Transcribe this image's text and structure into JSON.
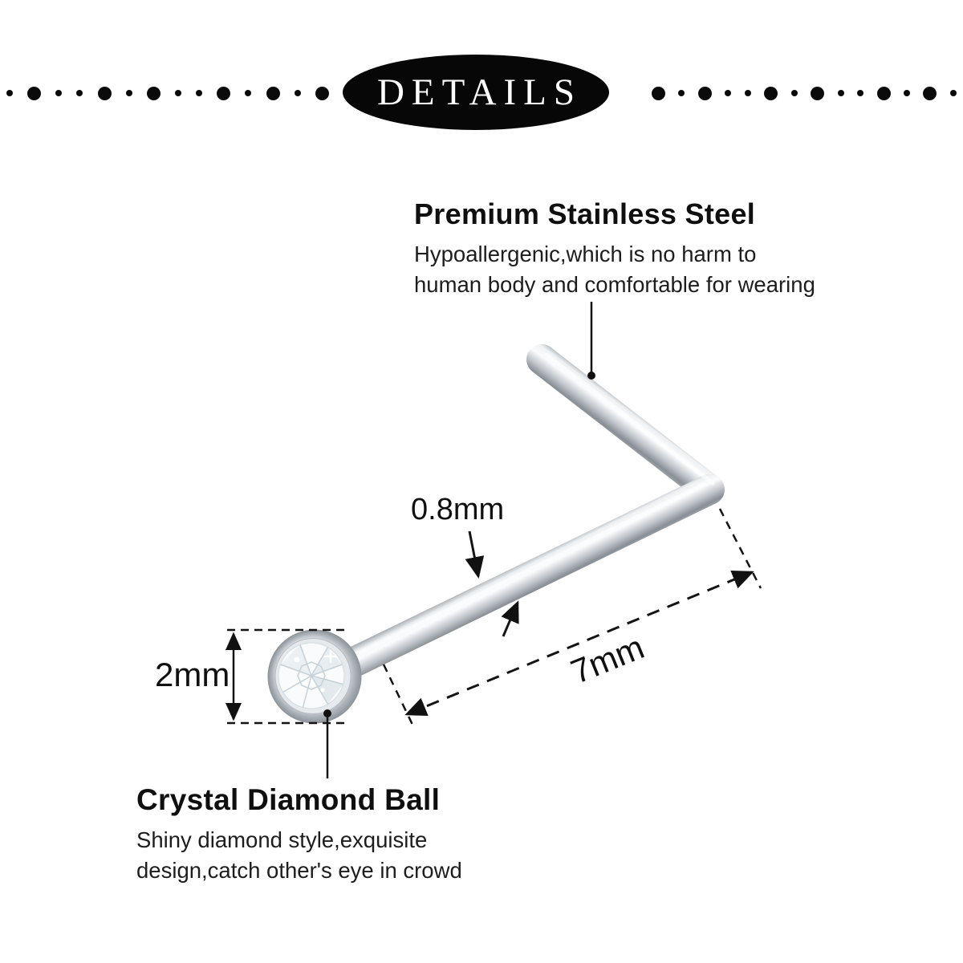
{
  "badge": {
    "label": "DETAILS"
  },
  "callouts": {
    "steel": {
      "title": "Premium Stainless Steel",
      "desc1": "Hypoallergenic,which is no harm to",
      "desc2": "human body and comfortable for wearing"
    },
    "crystal": {
      "title": "Crystal Diamond Ball",
      "desc1": "Shiny diamond style,exquisite",
      "desc2": "design,catch other's eye in crowd"
    }
  },
  "dimensions": {
    "wire_gauge": "0.8mm",
    "post_length": "7mm",
    "ball_diameter": "2mm"
  },
  "colors": {
    "background": "#ffffff",
    "badge_bg": "#070707",
    "badge_text": "#ffffff",
    "text": "#121212",
    "metal_light": "#fbfcfd",
    "metal_mid": "#c2c7cc",
    "metal_dark": "#888f96"
  }
}
